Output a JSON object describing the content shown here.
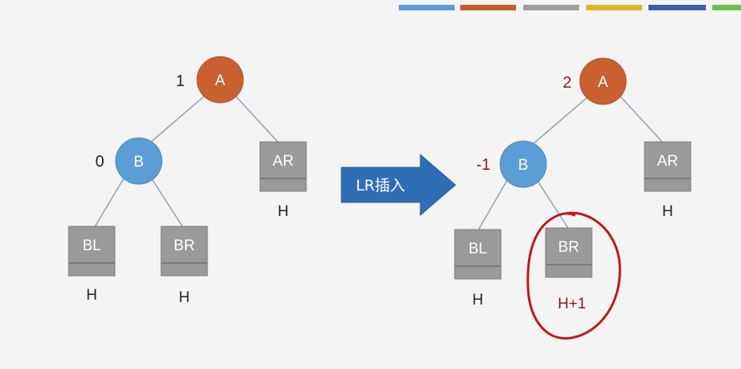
{
  "color_strip": [
    "#5b9bd5",
    "#c55a2b",
    "#9e9e9e",
    "#e0b429",
    "#3e5fa8",
    "#6bbf4e"
  ],
  "colors": {
    "node_a": "#c9602f",
    "node_b": "#5d9dd6",
    "subtree_box": "#9a9a9a",
    "edge": "#8aa3b3",
    "arrow": "#2f6db5",
    "highlight": "#c0181e",
    "bf_changed": "#8b1a1a"
  },
  "arrow": {
    "label": "LR插入"
  },
  "before": {
    "node_a": {
      "label": "A",
      "balance": "1"
    },
    "node_b": {
      "label": "B",
      "balance": "0"
    },
    "subtree_ar": {
      "label": "AR",
      "height": "H"
    },
    "subtree_bl": {
      "label": "BL",
      "height": "H"
    },
    "subtree_br": {
      "label": "BR",
      "height": "H"
    }
  },
  "after": {
    "node_a": {
      "label": "A",
      "balance": "2"
    },
    "node_b": {
      "label": "B",
      "balance": "-1"
    },
    "subtree_ar": {
      "label": "AR",
      "height": "H"
    },
    "subtree_bl": {
      "label": "BL",
      "height": "H"
    },
    "subtree_br": {
      "label": "BR",
      "height": "H+1"
    }
  }
}
